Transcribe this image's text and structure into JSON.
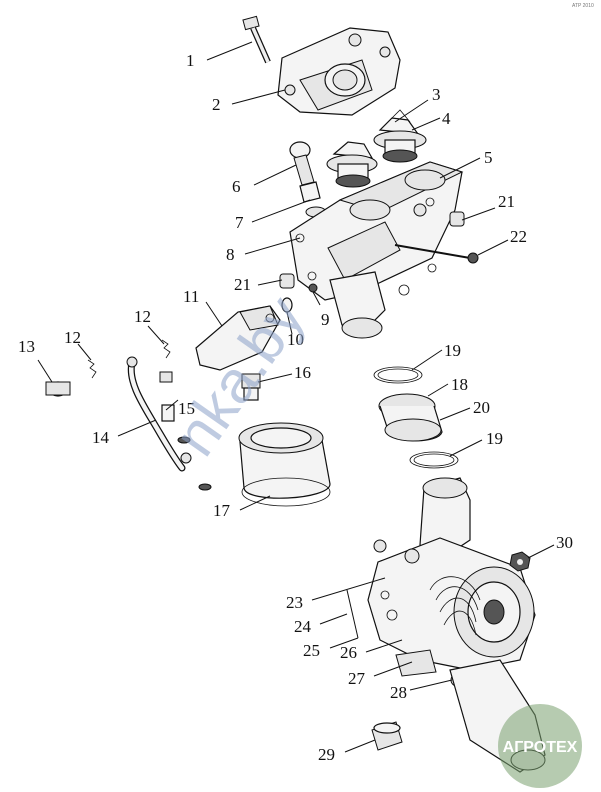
{
  "corner_text": "ATP 2010",
  "watermark": "nka.by",
  "badge": {
    "text": "АГРОТЕХ",
    "color": "#7aa070"
  },
  "callouts": [
    "1",
    "2",
    "3",
    "4",
    "5",
    "6",
    "7",
    "8",
    "9",
    "10",
    "11",
    "12",
    "12",
    "13",
    "14",
    "15",
    "16",
    "17",
    "18",
    "19",
    "19",
    "20",
    "21",
    "21",
    "22",
    "23",
    "24",
    "25",
    "26",
    "27",
    "28",
    "29",
    "30"
  ]
}
